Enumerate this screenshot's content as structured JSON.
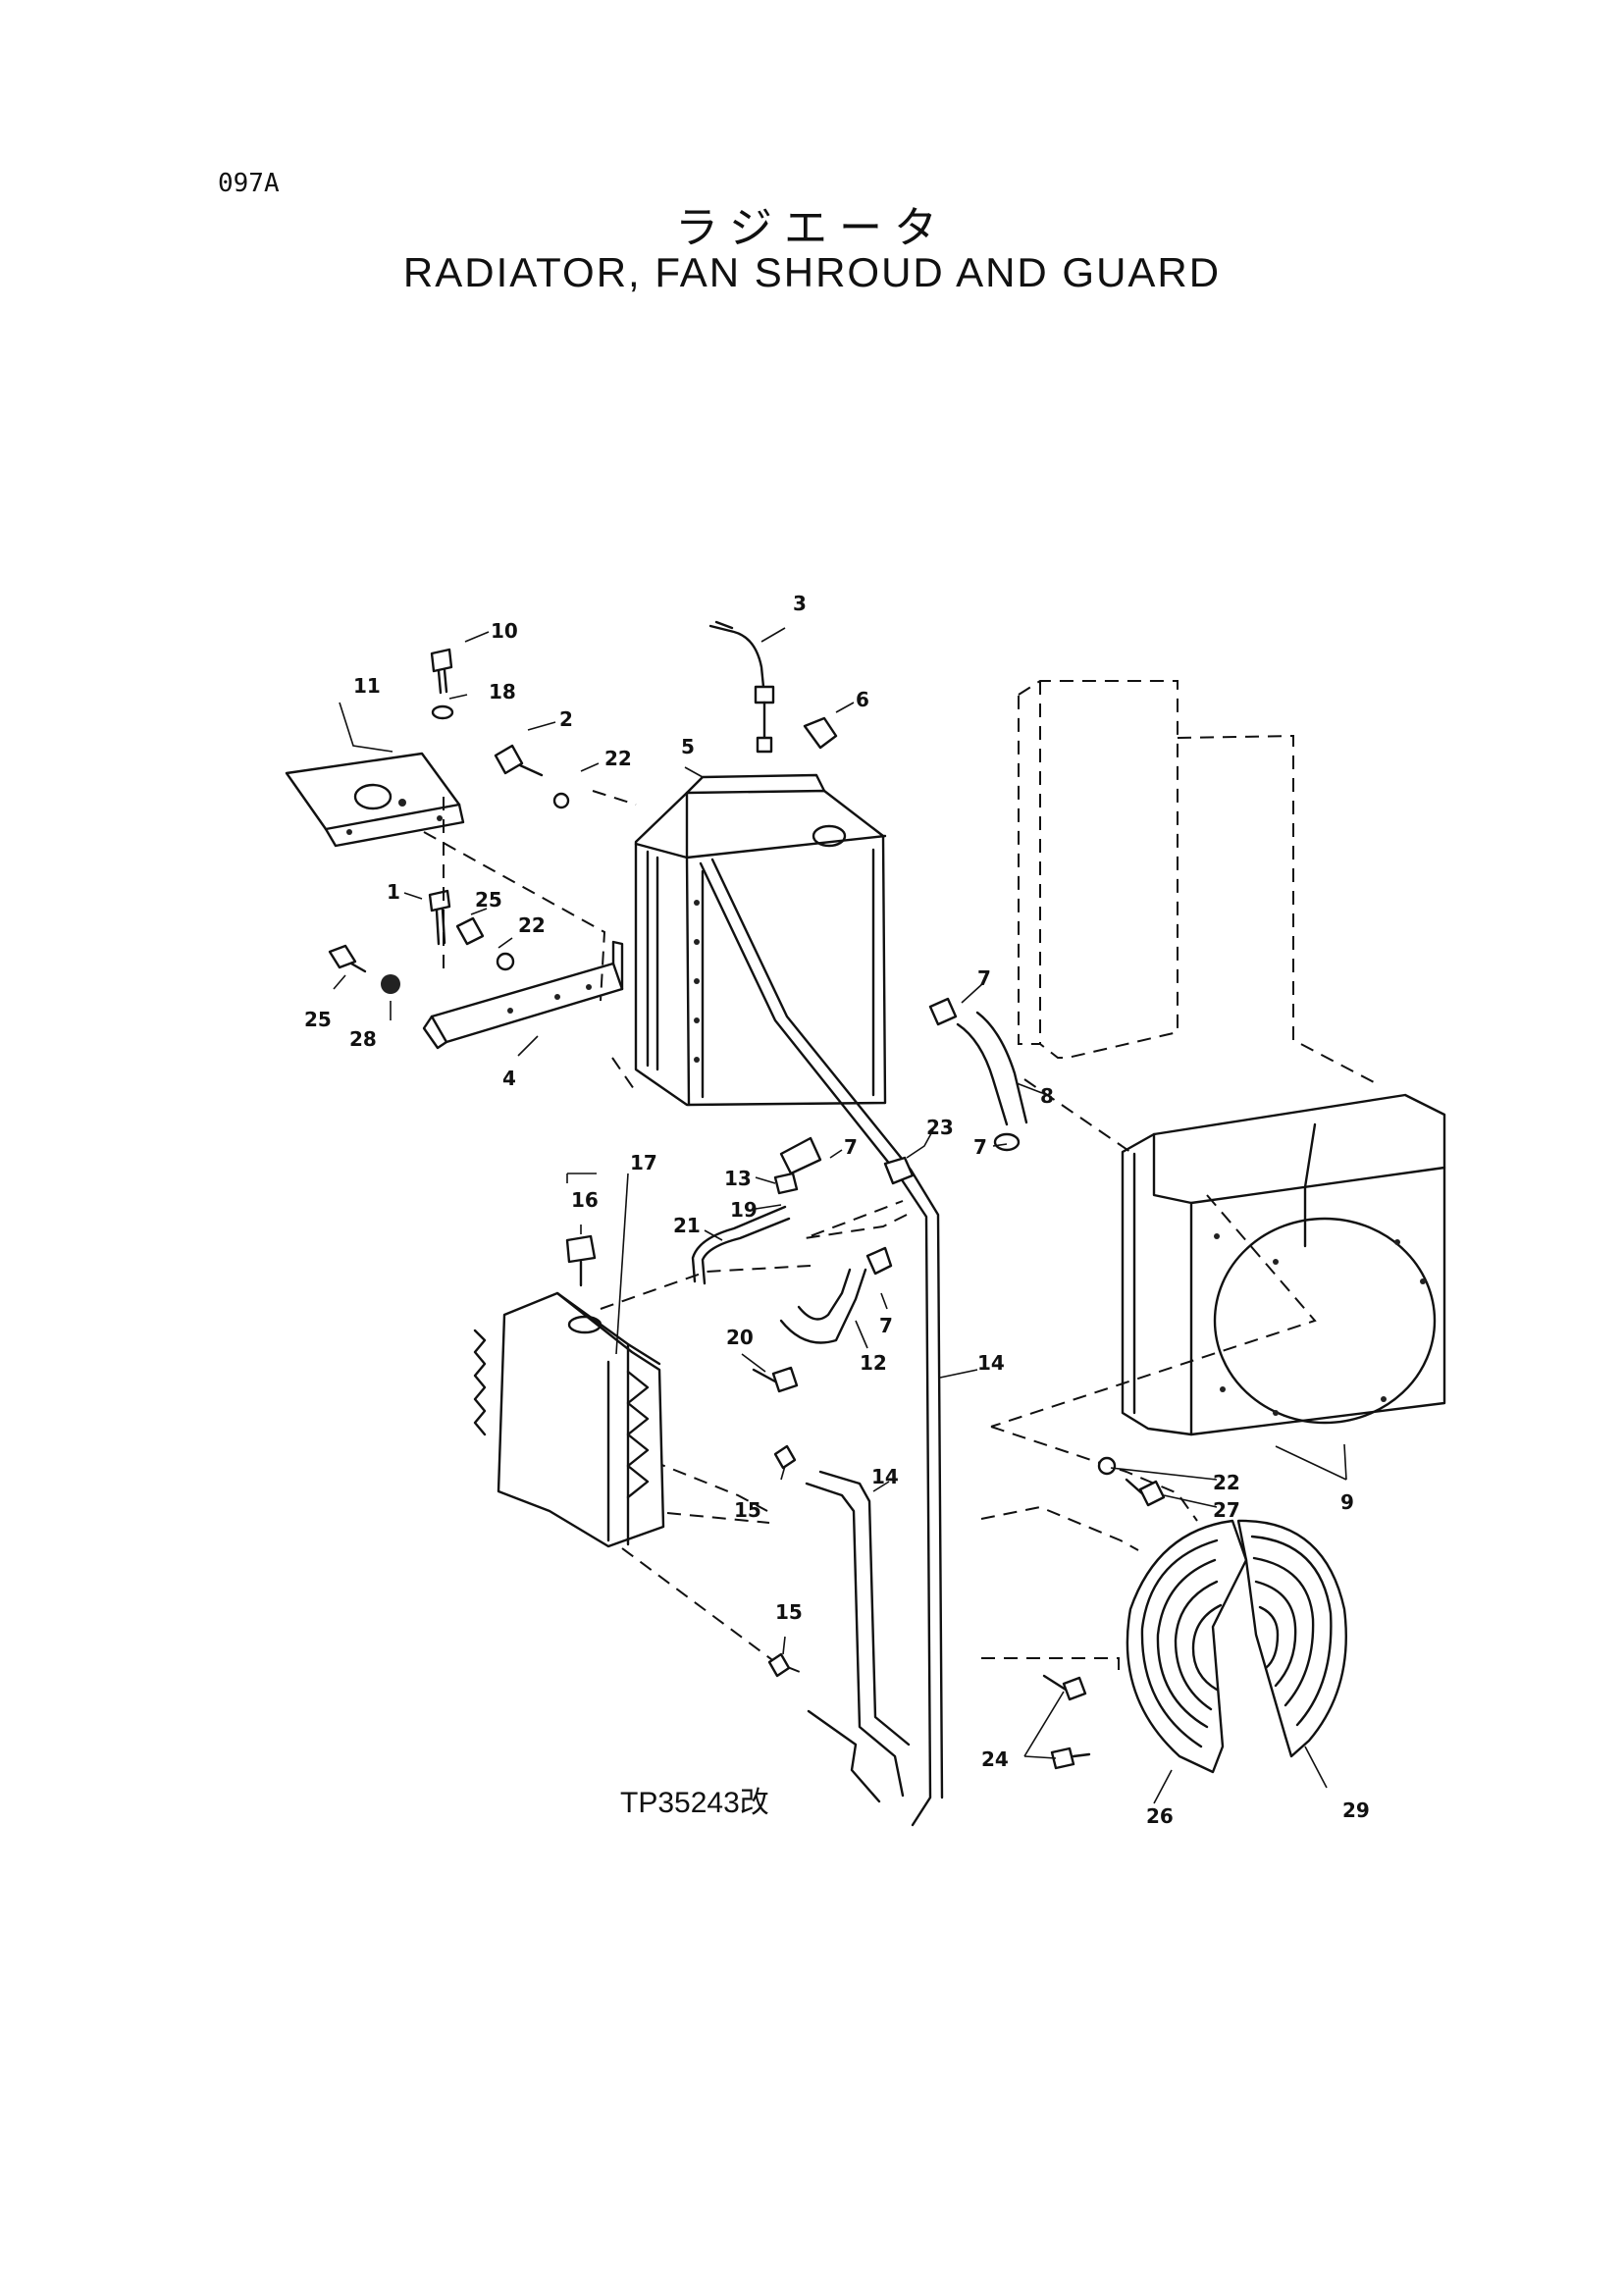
{
  "header": {
    "page_code": "097A",
    "title_jp": "ラジエータ",
    "title_en": "RADIATOR, FAN SHROUD AND GUARD"
  },
  "footer": {
    "drawing_code": "TP35243改"
  },
  "callouts": {
    "c1": "1",
    "c2": "2",
    "c3": "3",
    "c4": "4",
    "c5": "5",
    "c6": "6",
    "c7a": "7",
    "c7b": "7",
    "c7c": "7",
    "c7d": "7",
    "c8": "8",
    "c9": "9",
    "c10": "10",
    "c11": "11",
    "c12": "12",
    "c13": "13",
    "c14a": "14",
    "c14b": "14",
    "c15a": "15",
    "c15b": "15",
    "c16": "16",
    "c17": "17",
    "c18": "18",
    "c19": "19",
    "c20": "20",
    "c21": "21",
    "c22a": "22",
    "c22b": "22",
    "c22c": "22",
    "c23": "23",
    "c24": "24",
    "c25a": "25",
    "c25b": "25",
    "c26": "26",
    "c27": "27",
    "c28": "28",
    "c29": "29"
  }
}
